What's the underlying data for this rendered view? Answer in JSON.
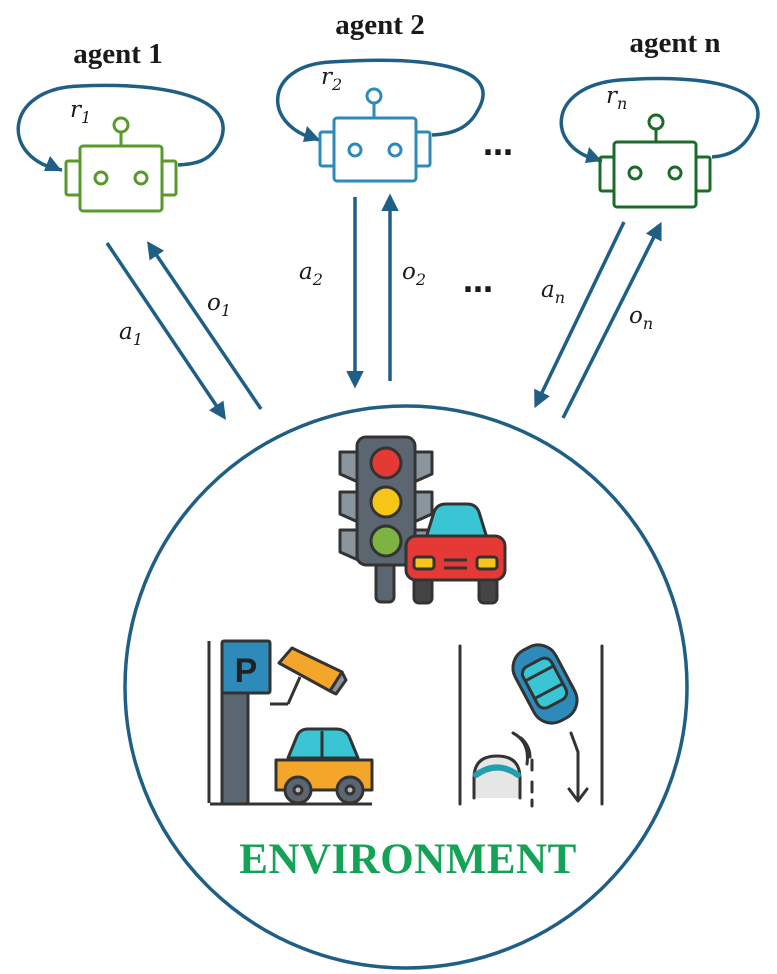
{
  "colors": {
    "arrow": "#1f5f86",
    "agent1": "#5a9a2c",
    "agent2": "#2e8ab8",
    "agentN": "#1d6b2a",
    "environment_label": "#14a356",
    "outline": "#333333"
  },
  "agents": [
    {
      "title": "agent 1",
      "reward": {
        "base": "r",
        "sub": "1"
      },
      "action": {
        "base": "a",
        "sub": "1"
      },
      "observation": {
        "base": "o",
        "sub": "1"
      },
      "icon": "robot-icon"
    },
    {
      "title": "agent 2",
      "reward": {
        "base": "r",
        "sub": "2"
      },
      "action": {
        "base": "a",
        "sub": "2"
      },
      "observation": {
        "base": "o",
        "sub": "2"
      },
      "icon": "robot-icon"
    },
    {
      "title": "agent n",
      "reward": {
        "base": "r",
        "sub": "n"
      },
      "action": {
        "base": "a",
        "sub": "n"
      },
      "observation": {
        "base": "o",
        "sub": "n"
      },
      "icon": "robot-icon"
    }
  ],
  "ellipsis": "…",
  "environment": {
    "label": "ENVIRONMENT",
    "icons": [
      "traffic-light-icon",
      "car-icon",
      "parking-meter-icon",
      "security-camera-icon",
      "parked-car-icon",
      "lane-change-icon"
    ]
  }
}
